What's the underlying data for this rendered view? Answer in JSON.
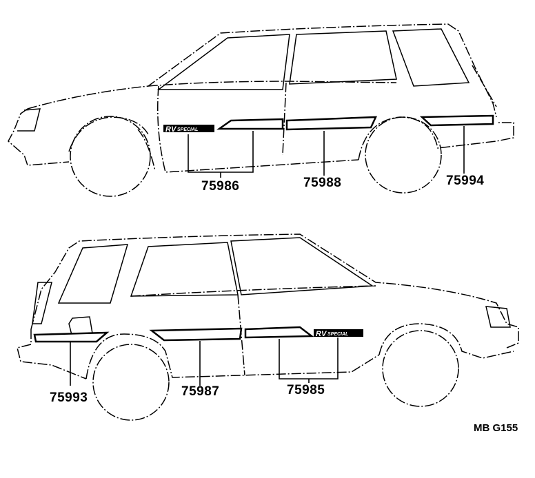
{
  "emblem_text": {
    "rv": "RV",
    "special": "SPECIAL"
  },
  "top_view": {
    "parts": [
      {
        "number": "75986"
      },
      {
        "number": "75988"
      },
      {
        "number": "75994"
      }
    ]
  },
  "bottom_view": {
    "parts": [
      {
        "number": "75993"
      },
      {
        "number": "75987"
      },
      {
        "number": "75985"
      }
    ]
  },
  "drawing_code": "MB G155"
}
